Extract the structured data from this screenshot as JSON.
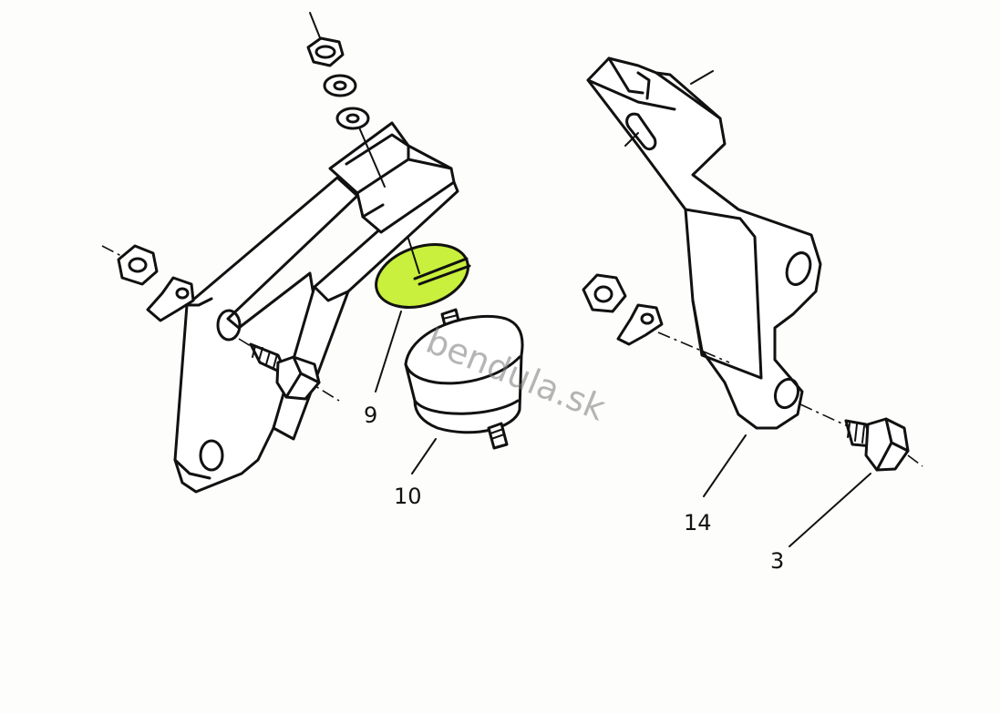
{
  "callouts": {
    "part_9": "9",
    "part_10": "10",
    "part_14": "14",
    "part_3": "3"
  },
  "watermark": "bendula.sk",
  "highlight_color": "#c8f03c"
}
